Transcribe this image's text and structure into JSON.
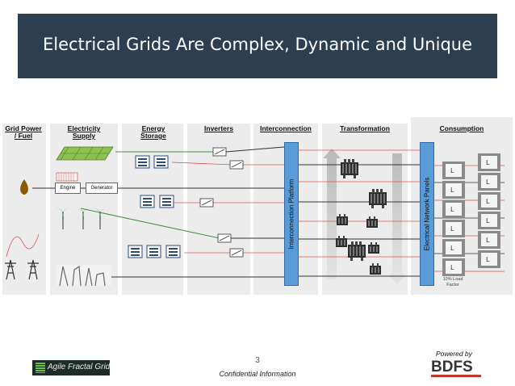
{
  "title": "Electrical Grids Are Complex, Dynamic and Unique",
  "columns": [
    {
      "id": "grid-power",
      "label_lines": [
        "Grid Power",
        "/ Fuel"
      ]
    },
    {
      "id": "electricity-supply",
      "label_lines": [
        "Electricity",
        "Supply"
      ]
    },
    {
      "id": "energy-storage",
      "label_lines": [
        "Energy",
        "Storage"
      ]
    },
    {
      "id": "inverters",
      "label_lines": [
        "Inverters"
      ]
    },
    {
      "id": "interconnection",
      "label_lines": [
        "Interconnection"
      ]
    },
    {
      "id": "transformation",
      "label_lines": [
        "Transformation"
      ]
    },
    {
      "id": "consumption",
      "label_lines": [
        "Consumption"
      ]
    }
  ],
  "boxes": {
    "engine": "Engine",
    "generator": "Generator"
  },
  "panels": {
    "interconnection": "Interconnection Platform",
    "network": "Electrical Network Panels"
  },
  "load_factor_lines": [
    "10% Load",
    "Factor"
  ],
  "page_number": "3",
  "confidential": "Confidential Information",
  "logo_left": "Agile Fractal Grid",
  "powered_by": "Powered by",
  "logo_right": "BDFS",
  "colors": {
    "title_bar": "#2c3e50",
    "panel_blue": "#5b9bd5",
    "line_red": "#e05050",
    "line_green": "#3f8f3f",
    "column_bg": "#ececec"
  }
}
